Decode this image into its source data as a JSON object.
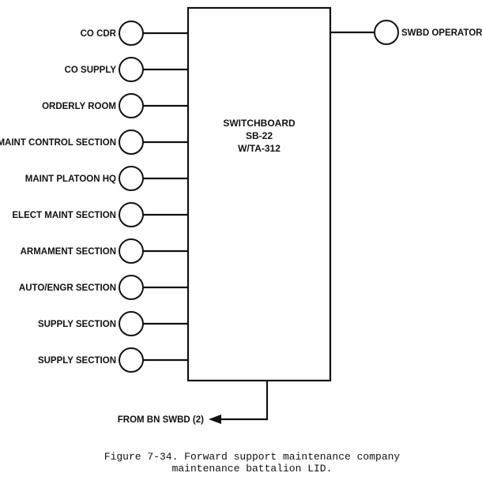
{
  "switchboard": {
    "lines": [
      "SWITCHBOARD",
      "SB-22",
      "W/TA-312"
    ]
  },
  "operator": {
    "label": "SWBD OPERATOR"
  },
  "stations": [
    {
      "label": "CO CDR"
    },
    {
      "label": "CO SUPPLY"
    },
    {
      "label": "ORDERLY ROOM"
    },
    {
      "label": "MAINT CONTROL SECTION"
    },
    {
      "label": "MAINT PLATOON HQ"
    },
    {
      "label": "ELECT MAINT SECTION"
    },
    {
      "label": "ARMAMENT SECTION"
    },
    {
      "label": "AUTO/ENGR SECTION"
    },
    {
      "label": "SUPPLY SECTION"
    },
    {
      "label": "SUPPLY SECTION"
    }
  ],
  "trunk": {
    "label": "FROM BN SWBD (2)"
  },
  "caption": {
    "line1": "Figure 7-34. Forward support maintenance company",
    "line2": "maintenance battalion LID."
  }
}
